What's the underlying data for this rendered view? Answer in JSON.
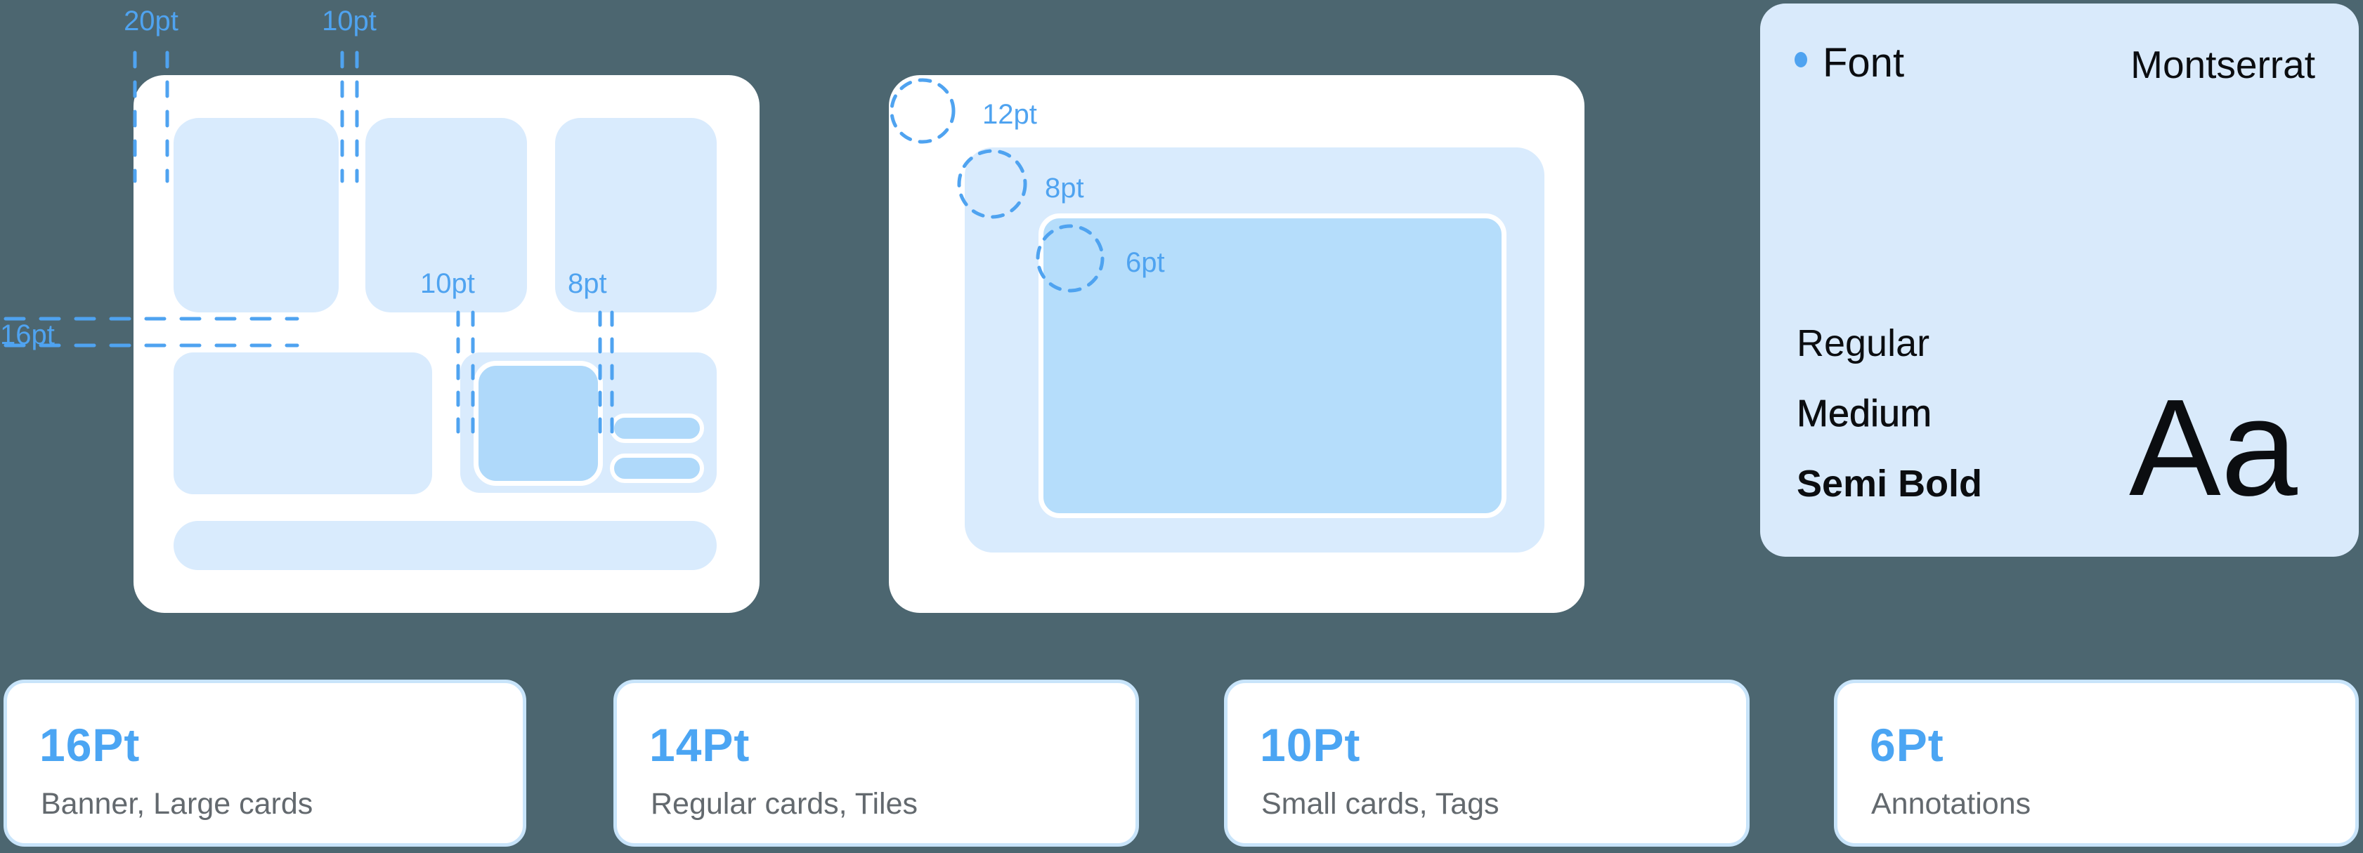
{
  "colors": {
    "background": "#4C6670",
    "card_white": "#FFFFFF",
    "tile_blue": "#D9EBFD",
    "deep_tile_blue": "#AFD9FA",
    "radius_inner_blue": "#B5DDFB",
    "annotation_blue": "#4FA3F0",
    "font_card_bg": "#D9EAFB",
    "size_value_blue": "#4BA5F3",
    "caption_gray": "#63696E",
    "size_card_border": "#C8E4FA",
    "ink": "#0B0D10"
  },
  "spacing_panel": {
    "gap_20_label": "20pt",
    "gap_10_top_label": "10pt",
    "gap_16_label": "16pt",
    "gap_10_mid_label": "10pt",
    "gap_8_mid_label": "8pt"
  },
  "radius_panel": {
    "r12_label": "12pt",
    "r8_label": "8pt",
    "r6_label": "6pt"
  },
  "font_card": {
    "label": "Font",
    "font_name": "Montserrat",
    "weights": [
      {
        "name": "Regular"
      },
      {
        "name": "Medium"
      },
      {
        "name": "Semi Bold"
      }
    ],
    "specimen": "Aa"
  },
  "size_cards": [
    {
      "size": "16Pt",
      "usage": "Banner, Large cards"
    },
    {
      "size": "14Pt",
      "usage": "Regular cards, Tiles"
    },
    {
      "size": "10Pt",
      "usage": "Small cards, Tags"
    },
    {
      "size": "6Pt",
      "usage": "Annotations"
    }
  ]
}
